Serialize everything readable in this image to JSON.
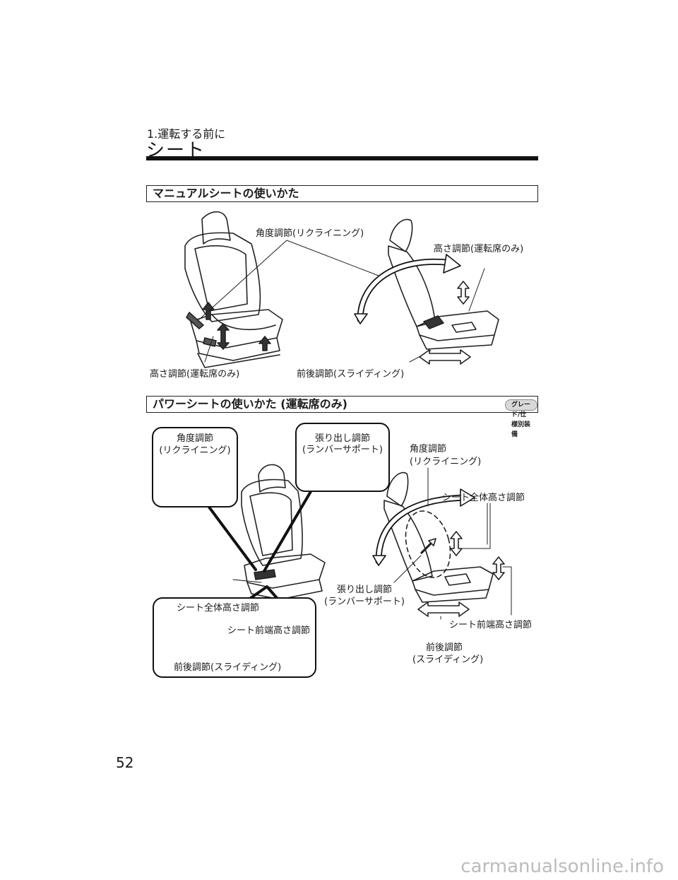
{
  "header": {
    "chapter": "1.運転する前に",
    "title": "シート"
  },
  "manual": {
    "heading": "マニュアルシートの使いかた",
    "labels": {
      "recline": "角度調節(リクライニング)",
      "height_right": "高さ調節(運転席のみ)",
      "height_left": "高さ調節(運転席のみ)",
      "slide": "前後調節(スライディング)"
    }
  },
  "power": {
    "heading": "パワーシートの使いかた (運転席のみ)",
    "badge": "グレード/仕様別装備",
    "callout_recline": [
      "角度調節",
      "(リクライニング)"
    ],
    "callout_lumbar": [
      "張り出し調節",
      "(ランバーサポート)"
    ],
    "recline_right": [
      "角度調節",
      "(リクライニング)"
    ],
    "whole_height_right": "シート全体高さ調節",
    "lumbar_mid": [
      "張り出し調節",
      "(ランバーサポート)"
    ],
    "front_height_right": "シート前端高さ調節",
    "slide_right": [
      "前後調節",
      "(スライディング)"
    ],
    "switch_whole_height": "シート全体高さ調節",
    "switch_front_height": "シート前端高さ調節",
    "switch_slide": "前後調節(スライディング)"
  },
  "page_number": "52",
  "footer": "carmanualsonline.info"
}
